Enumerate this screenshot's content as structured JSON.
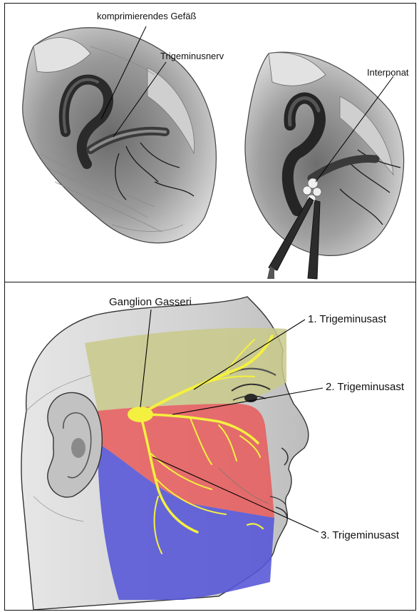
{
  "top_panel": {
    "labels": {
      "compressing_vessel": "komprimierendes Gefäß",
      "trigeminal_nerve": "Trigeminusnerv",
      "interponat": "Interponat"
    }
  },
  "bottom_panel": {
    "labels": {
      "ganglion": "Ganglion Gasseri",
      "branch_1": "1. Trigeminusast",
      "branch_2": "2. Trigeminusast",
      "branch_3": "3. Trigeminusast"
    },
    "colors": {
      "branch_1_region": "#c9c98a",
      "branch_2_region": "#e85a5a",
      "branch_3_region": "#5555d8",
      "nerve": "#f4f040"
    }
  }
}
